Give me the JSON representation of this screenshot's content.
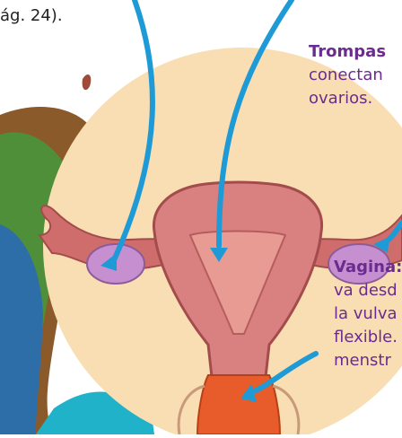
{
  "top_text": {
    "page_ref": "ág. 24)."
  },
  "labels": {
    "trompas": {
      "title": "Trompas",
      "line1": "conectan",
      "line2": "ovarios."
    },
    "vagina": {
      "title": "Vagina:",
      "line1": "va desd",
      "line2": "la vulva",
      "line3": "flexible.",
      "line4": "menstr"
    }
  },
  "colors": {
    "arrow": "#1e9ad6",
    "circle_bg": "#f8deb2",
    "label_text": "#6a2c8e",
    "body_text": "#222222",
    "uterus": "#d98080",
    "ovary": "#c690d0",
    "cervix_vagina": "#e85b2a"
  }
}
